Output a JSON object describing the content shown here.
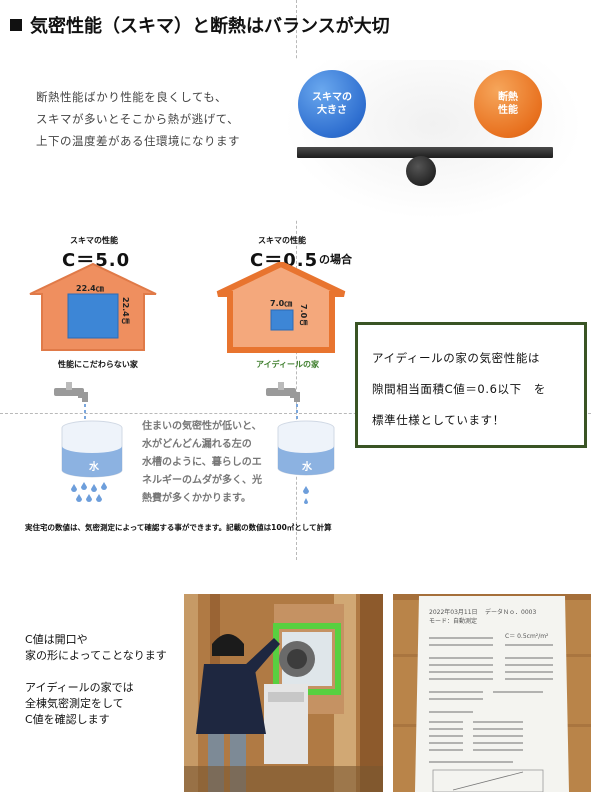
{
  "title": "気密性能（スキマ）と断熱はバランスが大切",
  "intro": {
    "lines": [
      "断熱性能ばかり性能を良くしても、",
      "スキマが多いとそこから熱が逃げて、",
      "上下の温度差がある住環境になります"
    ]
  },
  "seesaw": {
    "left_ball": "スキマの 大きさ",
    "left_ball_lines": [
      "スキマの",
      "大きさ"
    ],
    "right_ball_lines": [
      "断熱",
      "性能"
    ],
    "colors": {
      "left": "#2f6fd0",
      "right": "#e8711f"
    }
  },
  "house_left": {
    "label": "スキマの性能",
    "c_value": "C＝5.0",
    "width_dim": "22.4㎝",
    "height_dim": "22.4㎝",
    "caption": "性能にこだわらない家"
  },
  "house_right": {
    "label": "スキマの性能",
    "c_value": "C＝0.5",
    "suffix": "の場合",
    "width_dim": "7.0㎝",
    "height_dim": "7.0㎝",
    "caption": "アイディールの家"
  },
  "highlight": {
    "lines": [
      "アイディールの家の気密性能は",
      "隙間相当面積C値＝0.6以下　を",
      "標準仕様としています！"
    ]
  },
  "leak": {
    "water_label": "水",
    "lines": [
      "住まいの気密性が低いと、",
      "水がどんどん漏れる左の",
      "水槽のように、暮らしのエ",
      "ネルギーのムダが多く、光",
      "熱費が多くかかります。"
    ]
  },
  "note": "実住宅の数値は、気密測定によって確認する事ができます。記載の数値は100㎡として計算",
  "bottom": {
    "lines": [
      "C値は開口や",
      "家の形によってことなります",
      "",
      "アイディールの家では",
      "全棟気密測定をして",
      "C値を確認します"
    ]
  },
  "receipt": {
    "date": "2022年03月11日",
    "data_no": "データＮｏ．0003",
    "mode": "モード：自動測定",
    "c_value": "C＝ 0.5cm²/m²"
  },
  "colors": {
    "house_left": "#ef8f5f",
    "house_right": "#f09060",
    "window": "#3d86d6",
    "box_border": "#3a5424",
    "water": "#7aa6dc"
  }
}
